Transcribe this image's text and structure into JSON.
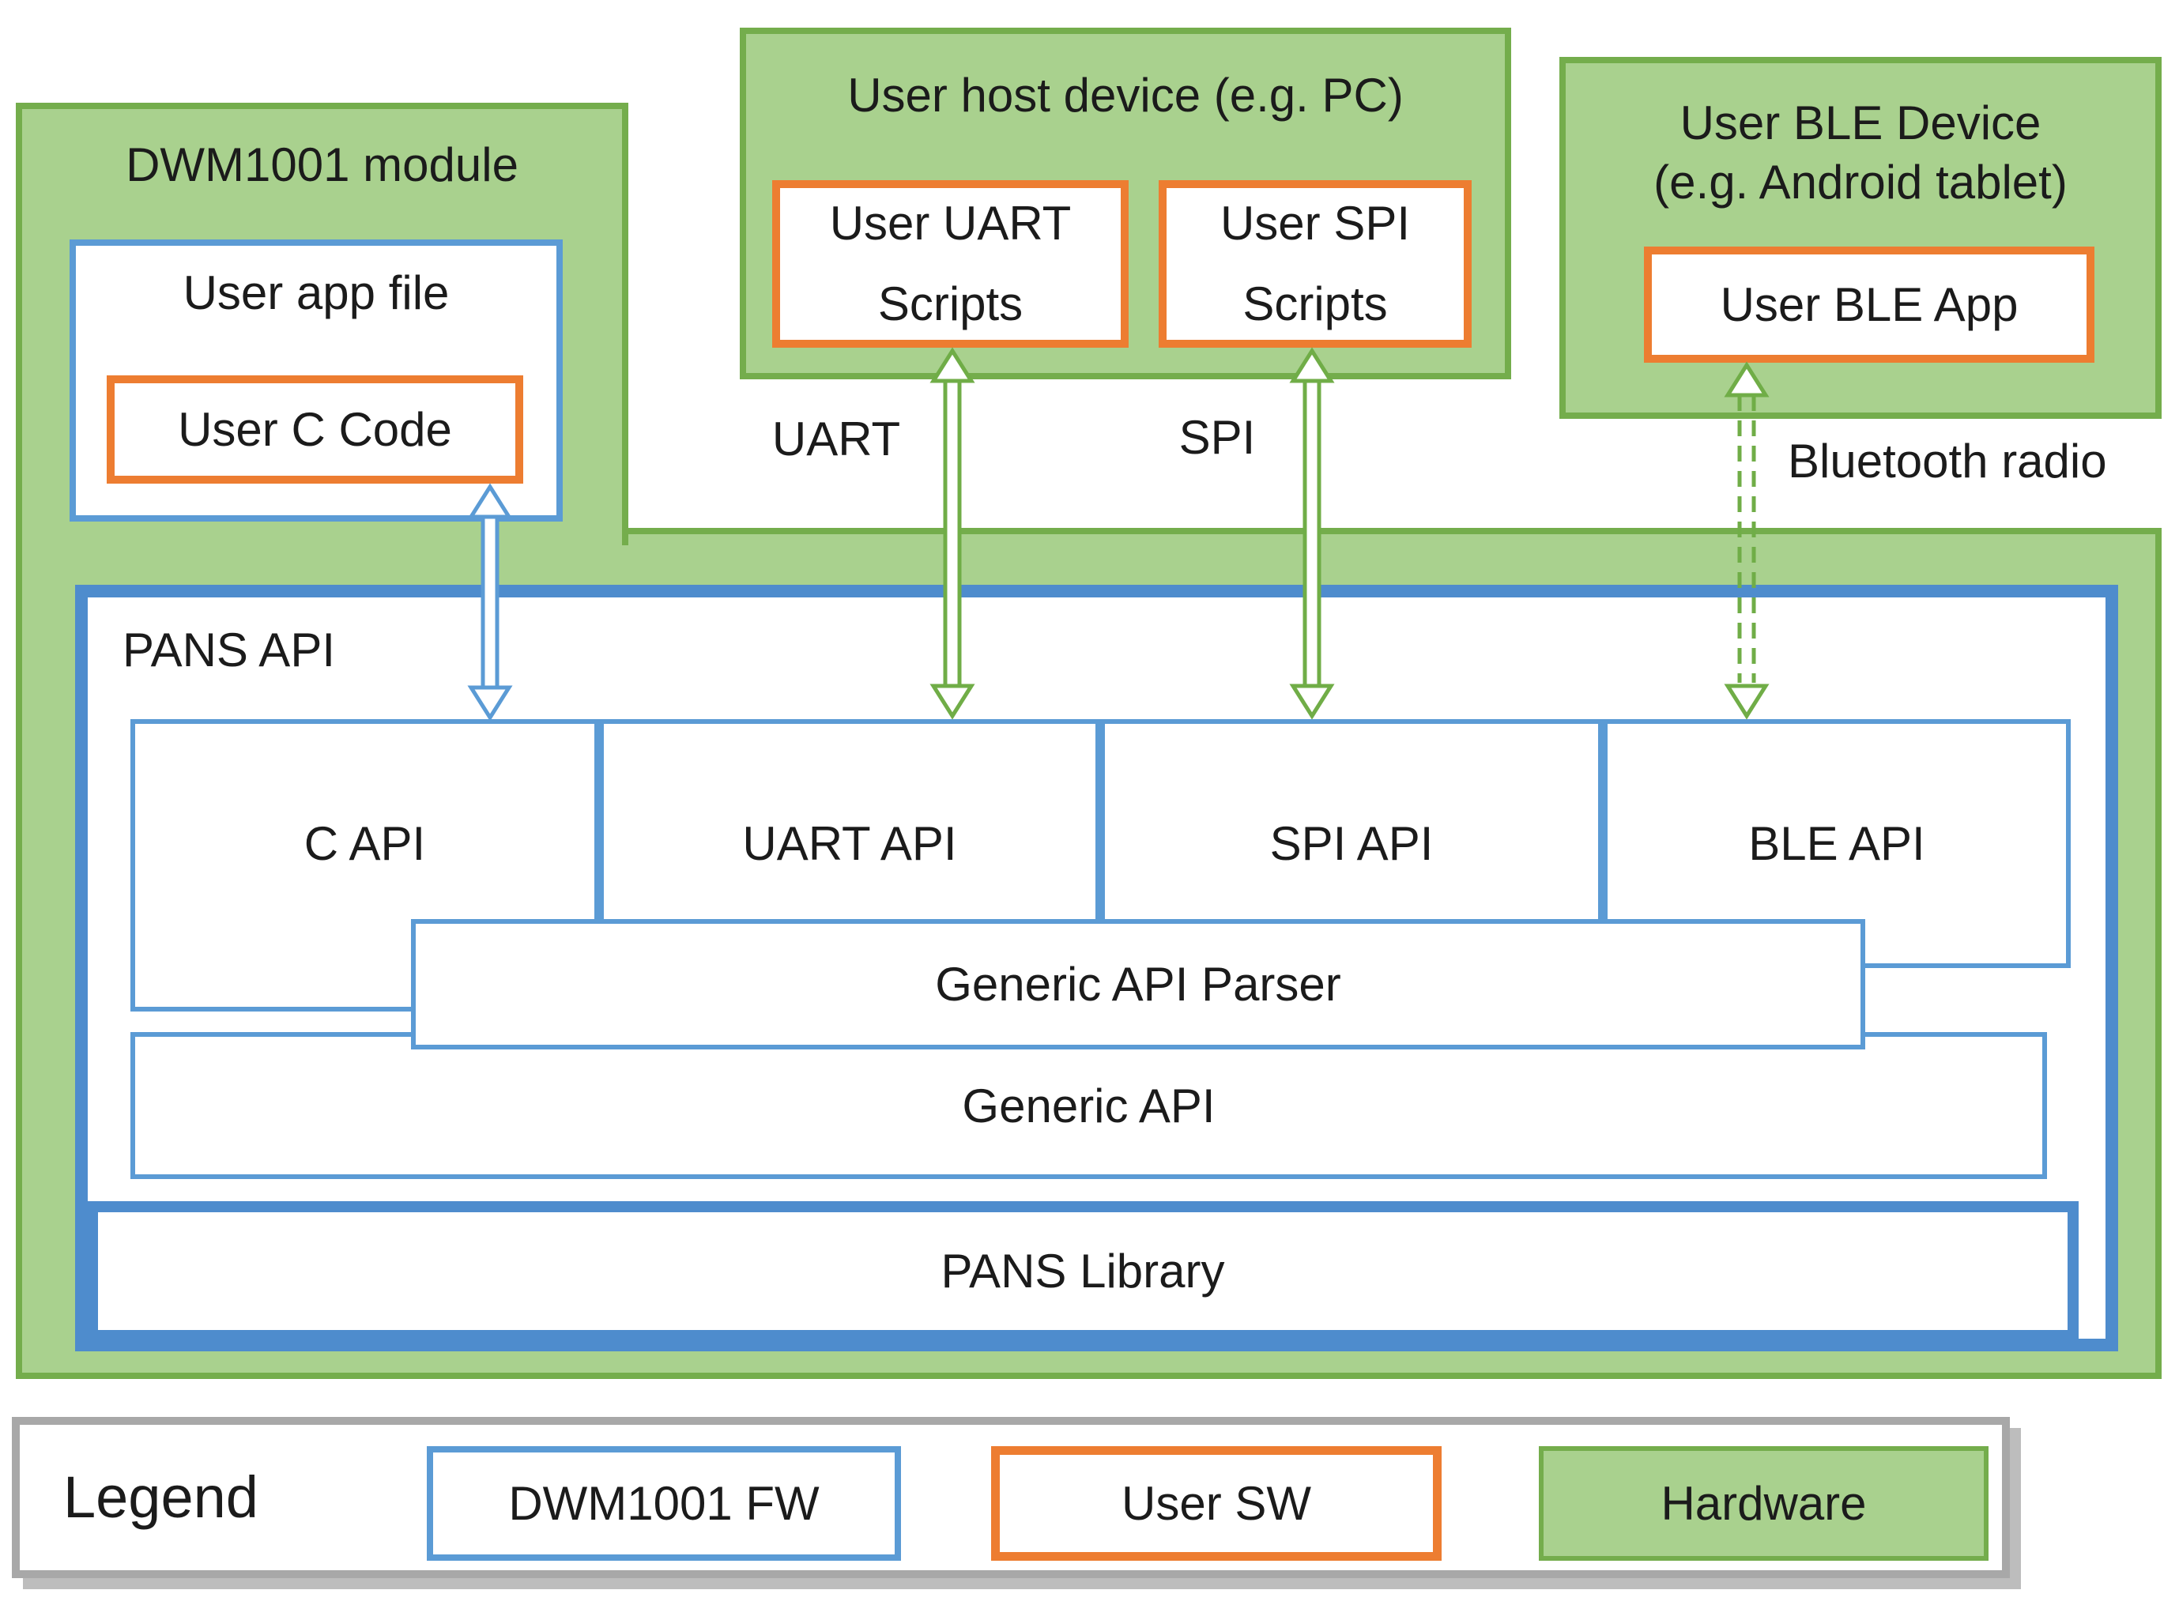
{
  "dwm_module": {
    "title": "DWM1001 module",
    "user_app_file": "User app file",
    "user_c_code": "User C Code"
  },
  "host_device": {
    "title": "User host device (e.g. PC)",
    "uart_scripts": "User UART Scripts",
    "spi_scripts": "User SPI Scripts"
  },
  "ble_device": {
    "title_line1": "User BLE Device",
    "title_line2": "(e.g. Android tablet)",
    "ble_app": "User BLE App"
  },
  "connections": {
    "uart": "UART",
    "spi": "SPI",
    "bluetooth": "Bluetooth radio"
  },
  "pans": {
    "label": "PANS API",
    "apis": [
      "C API",
      "UART API",
      "SPI API",
      "BLE API"
    ],
    "parser": "Generic API Parser",
    "generic_api": "Generic API",
    "library": "PANS Library"
  },
  "legend": {
    "title": "Legend",
    "fw": "DWM1001 FW",
    "user_sw": "User SW",
    "hardware": "Hardware"
  },
  "colors": {
    "hardware_green_fill": "#A9D18E",
    "hardware_green_border": "#74AD4C",
    "fw_blue_thin": "#5B9BD5",
    "fw_blue_thick": "#4E8CCD",
    "user_sw_orange": "#ED7D31",
    "legend_gray_border": "#A8A8A8"
  }
}
